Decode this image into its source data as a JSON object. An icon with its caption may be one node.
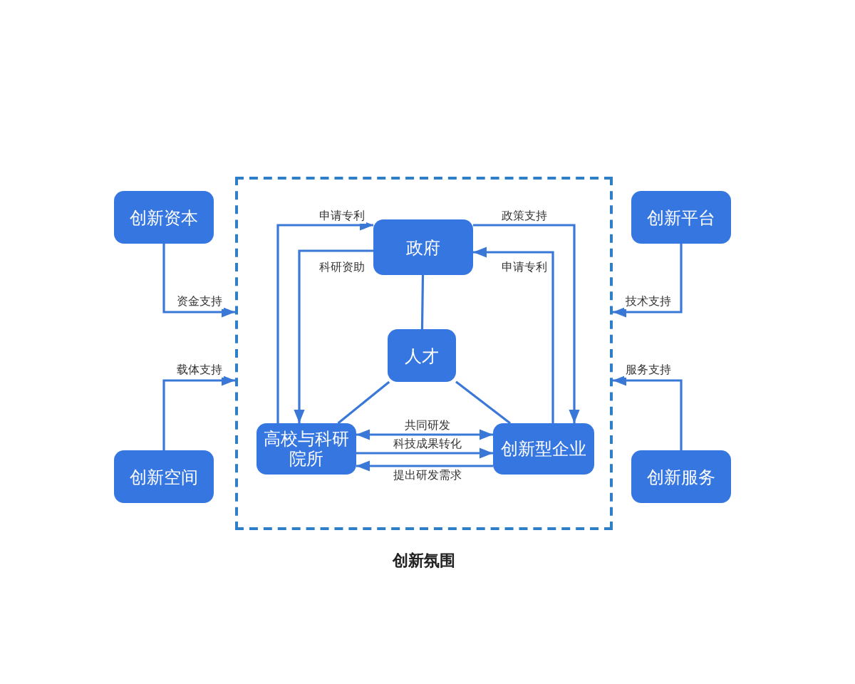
{
  "diagram": {
    "nodes": [
      {
        "text": [
          "创新氛围"
        ]
      },
      {
        "text": [
          "政府"
        ],
        "in": 0
      },
      {
        "text": [
          "人才"
        ],
        "in": 0
      },
      {
        "text": [
          "高校与科研院所"
        ],
        "in": 0
      },
      {
        "text": [
          "创新型企业"
        ],
        "in": 0
      },
      {
        "text": [
          "创新资本"
        ]
      },
      {
        "text": [
          "创新空间"
        ]
      },
      {
        "text": [
          "创新平台"
        ]
      },
      {
        "text": [
          "创新服务"
        ]
      }
    ],
    "edges": [
      {
        "from": 3,
        "to": 1,
        "arrow": "to",
        "label": "申请专利"
      },
      {
        "from": 1,
        "to": 3,
        "arrow": "to",
        "label": "科研资助"
      },
      {
        "from": 1,
        "to": 4,
        "arrow": "to",
        "label": "政策支持"
      },
      {
        "from": 4,
        "to": 1,
        "arrow": "to",
        "label": "申请专利"
      },
      {
        "from": 1,
        "to": 2,
        "arrow": "none"
      },
      {
        "from": 2,
        "to": 3,
        "arrow": "none"
      },
      {
        "from": 2,
        "to": 4,
        "arrow": "none"
      },
      {
        "from": 3,
        "to": 4,
        "arrow": "both",
        "label": "共同研发"
      },
      {
        "from": 3,
        "to": 4,
        "arrow": "to",
        "label": "科技成果转化"
      },
      {
        "from": 4,
        "to": 3,
        "arrow": "to",
        "label": "提出研发需求"
      },
      {
        "from": 5,
        "to": 0,
        "arrow": "to",
        "label": "资金支持"
      },
      {
        "from": 6,
        "to": 0,
        "arrow": "to",
        "label": "载体支持"
      },
      {
        "from": 7,
        "to": 0,
        "arrow": "to",
        "label": "技术支持"
      },
      {
        "from": 8,
        "to": 0,
        "arrow": "to",
        "label": "服务支持"
      }
    ]
  }
}
